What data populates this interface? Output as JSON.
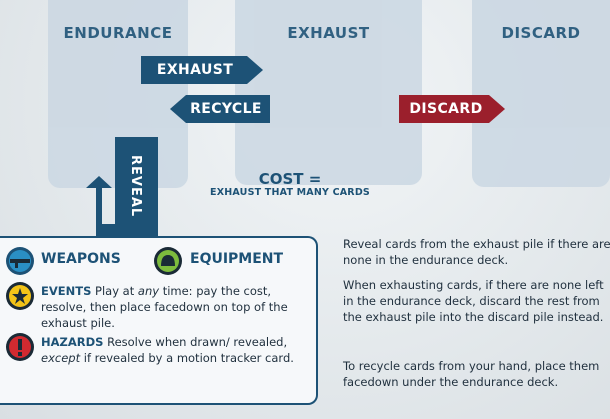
{
  "zones": {
    "endurance": "ENDURANCE",
    "exhaust": "EXHAUST",
    "discard": "DISCARD"
  },
  "arrows": {
    "exhaust": "EXHAUST",
    "recycle": "RECYCLE",
    "discard": "DISCARD",
    "reveal": "REVEAL"
  },
  "cost": {
    "line1": "COST =",
    "line2": "EXHAUST THAT MANY CARDS"
  },
  "legend": {
    "weapons": "WEAPONS",
    "equipment": "EQUIPMENT",
    "events_label": "EVENTS",
    "events_t1": " Play at ",
    "events_any": "any",
    "events_t2": " time: pay the cost, resolve, then place facedown on top of the exhaust pile.",
    "hazards_label": "HAZARDS",
    "hazards_t1": " Resolve when drawn/ revealed, ",
    "hazards_except": "except",
    "hazards_t2": " if revealed by a motion tracker card."
  },
  "rules": [
    "Reveal cards from the exhaust pile if there are none in the endurance deck.",
    "When exhausting cards, if there are none left in the endurance deck, discard the rest from the exhaust pile into the discard pile instead.",
    "To recycle cards from your hand, place them facedown under the endurance deck."
  ],
  "colors": {
    "primary": "#1d5276",
    "discard": "#9b1f2c",
    "zone": "#ccd8e3"
  },
  "icons": [
    "weapons-icon",
    "equipment-icon",
    "events-icon",
    "hazards-icon"
  ]
}
